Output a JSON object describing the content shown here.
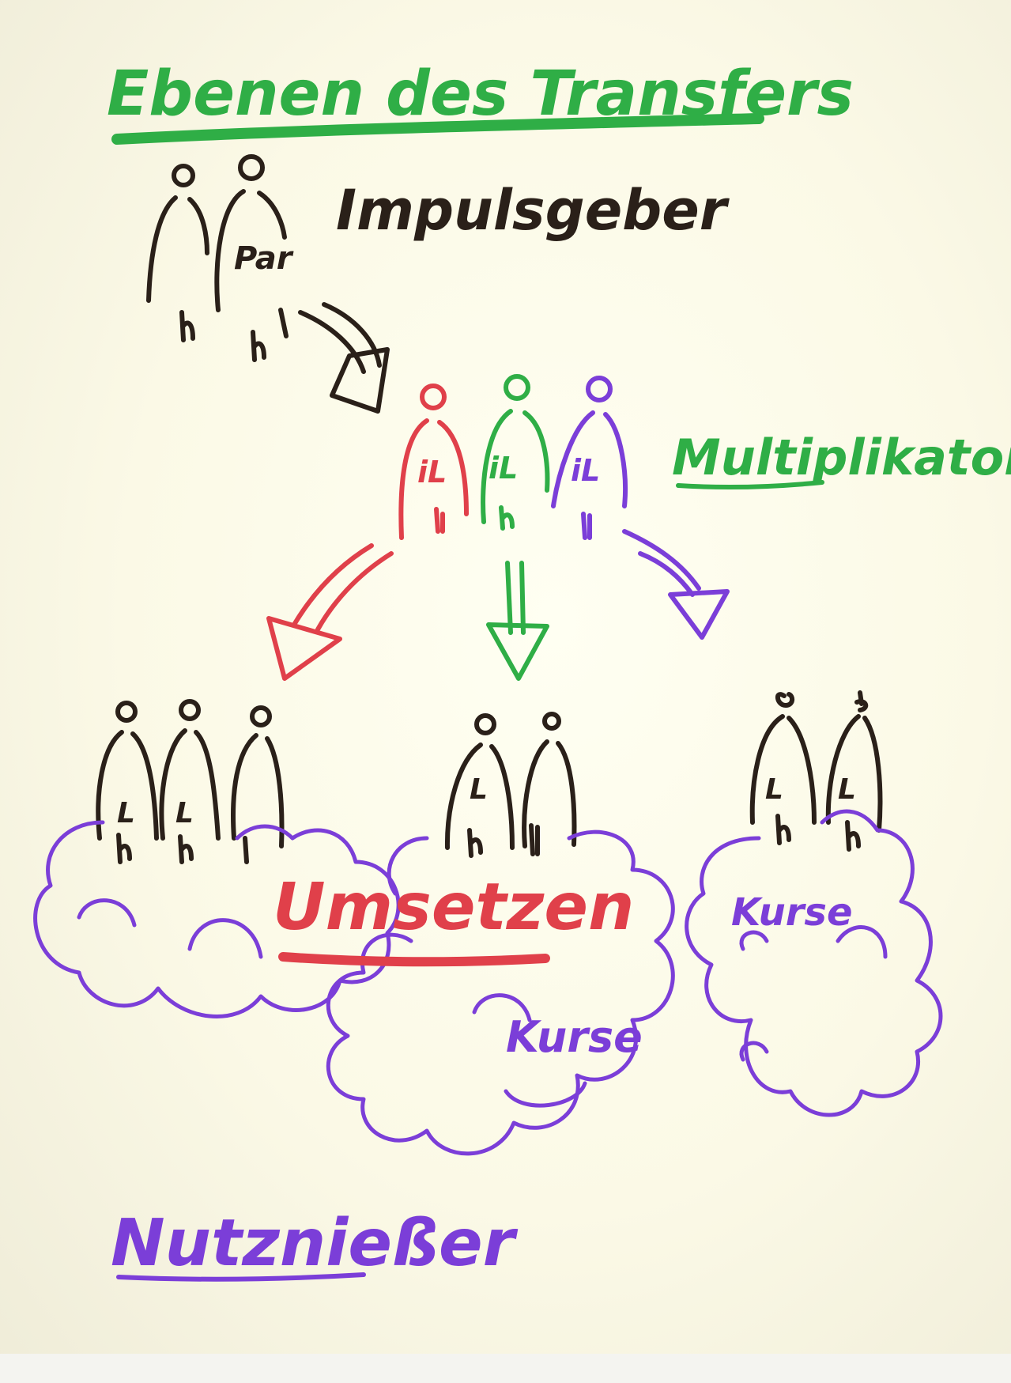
{
  "title": "Ebenen des Transfers",
  "levels": [
    {
      "label": "Impulsgeber",
      "figure_label": "Par"
    },
    {
      "label": "Multiplikatoren",
      "figure_label": "iL"
    },
    {
      "label": "Nutznießer",
      "figure_label": "L"
    }
  ],
  "center_label": "Umsetzen",
  "cloud_label": "Kurse",
  "colors": {
    "green": "#2fae46",
    "black": "#2a2019",
    "red": "#e0404a",
    "purple": "#7b3ed8",
    "paper": "#fbf9e6"
  }
}
